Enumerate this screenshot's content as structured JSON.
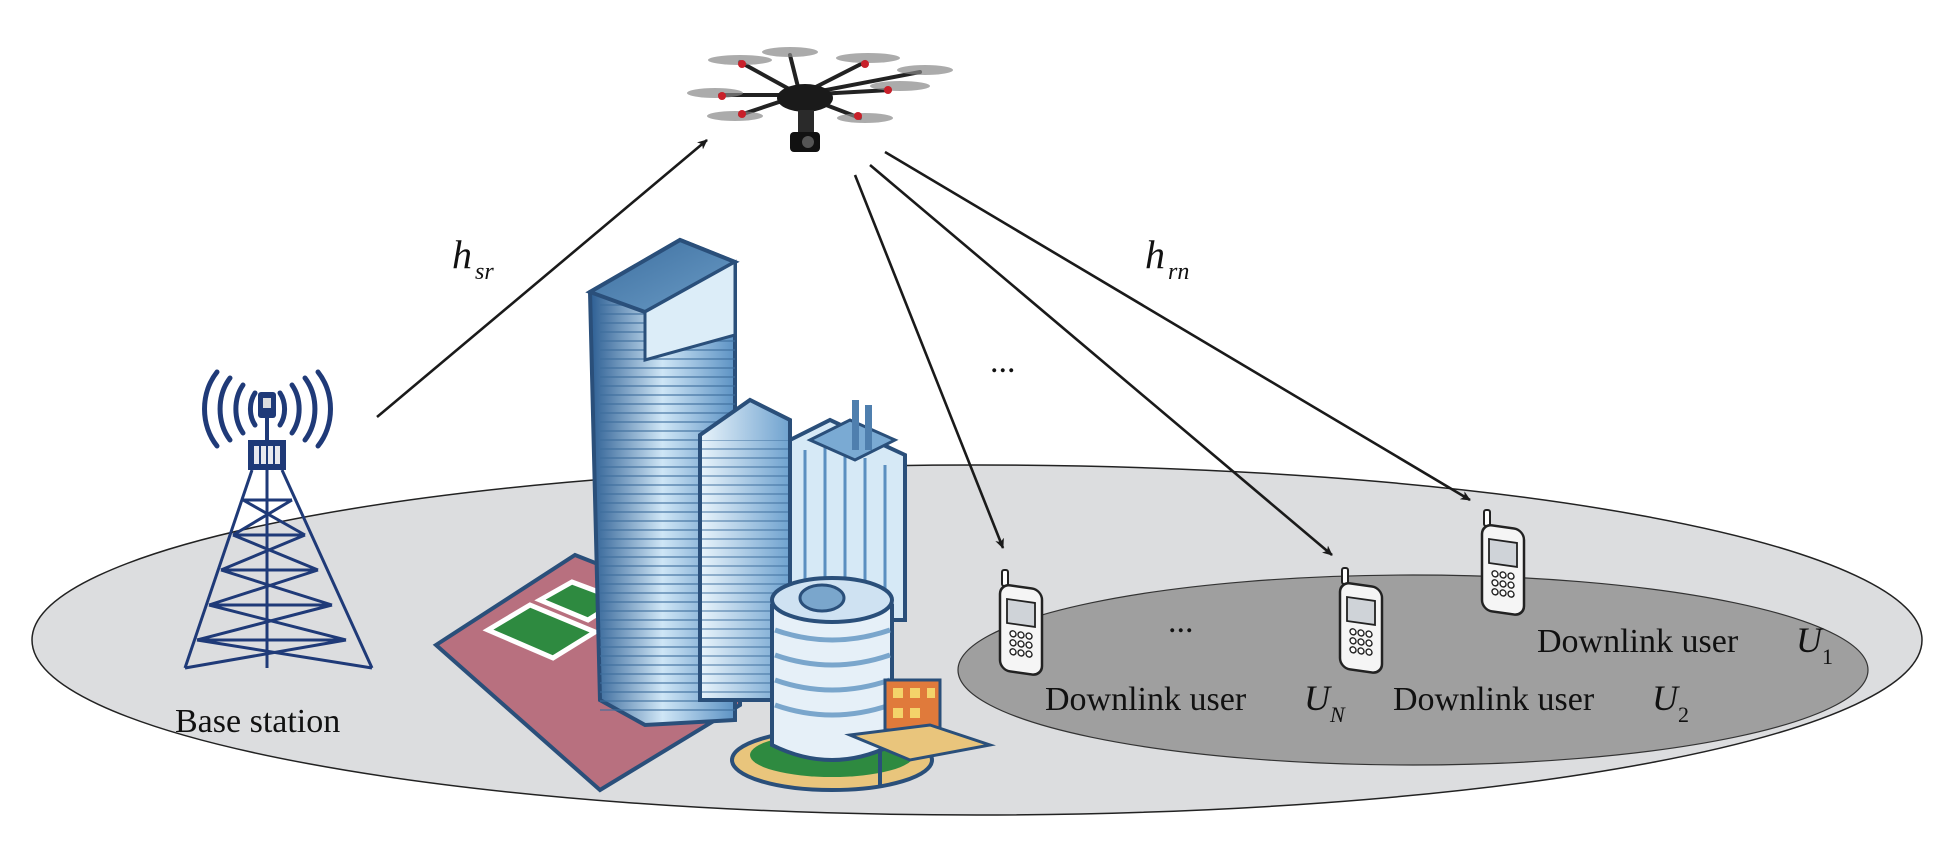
{
  "labels": {
    "base_station": "Base station",
    "h_main": "h",
    "h_sr_sub": "sr",
    "h_rn_sub": "rn",
    "ellipsis_top": "...",
    "ellipsis_users": "...",
    "user_1_text": "Downlink user",
    "user_1_symbol": "U",
    "user_1_sub": "1",
    "user_2_text": "Downlink user",
    "user_2_symbol": "U",
    "user_2_sub": "2",
    "user_n_text": "Downlink user",
    "user_n_symbol": "U",
    "user_n_sub": "N"
  },
  "colors": {
    "ground": "#dcdddf",
    "user_area": "#9e9e9e",
    "tower": "#1f3a78",
    "building": "#4f86b8",
    "arrow": "#1a1a1a"
  },
  "icons": {
    "drone": "drone-icon",
    "tower": "cell-tower-icon",
    "phone": "mobile-phone-icon",
    "buildings": "city-buildings-icon"
  }
}
